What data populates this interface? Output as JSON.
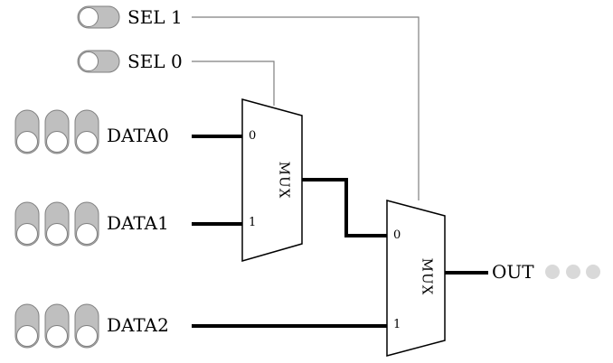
{
  "selectors": [
    {
      "label": "SEL 1",
      "state": "off"
    },
    {
      "label": "SEL 0",
      "state": "off"
    }
  ],
  "data_inputs": [
    {
      "label": "DATA0",
      "bits": [
        "off",
        "off",
        "off"
      ]
    },
    {
      "label": "DATA1",
      "bits": [
        "off",
        "off",
        "off"
      ]
    },
    {
      "label": "DATA2",
      "bits": [
        "off",
        "off",
        "off"
      ]
    }
  ],
  "muxes": [
    {
      "label": "MUX",
      "pins": [
        "0",
        "1"
      ]
    },
    {
      "label": "MUX",
      "pins": [
        "0",
        "1"
      ]
    }
  ],
  "output": {
    "label": "OUT",
    "leds": [
      "off",
      "off",
      "off"
    ]
  },
  "colors": {
    "switch_fill": "#bfbfbf",
    "switch_knob": "#ffffff",
    "switch_stroke": "#7f7f7f",
    "led_off": "#d9d9d9",
    "wire_thin": "#7f7f7f",
    "wire_bus": "#000000"
  }
}
